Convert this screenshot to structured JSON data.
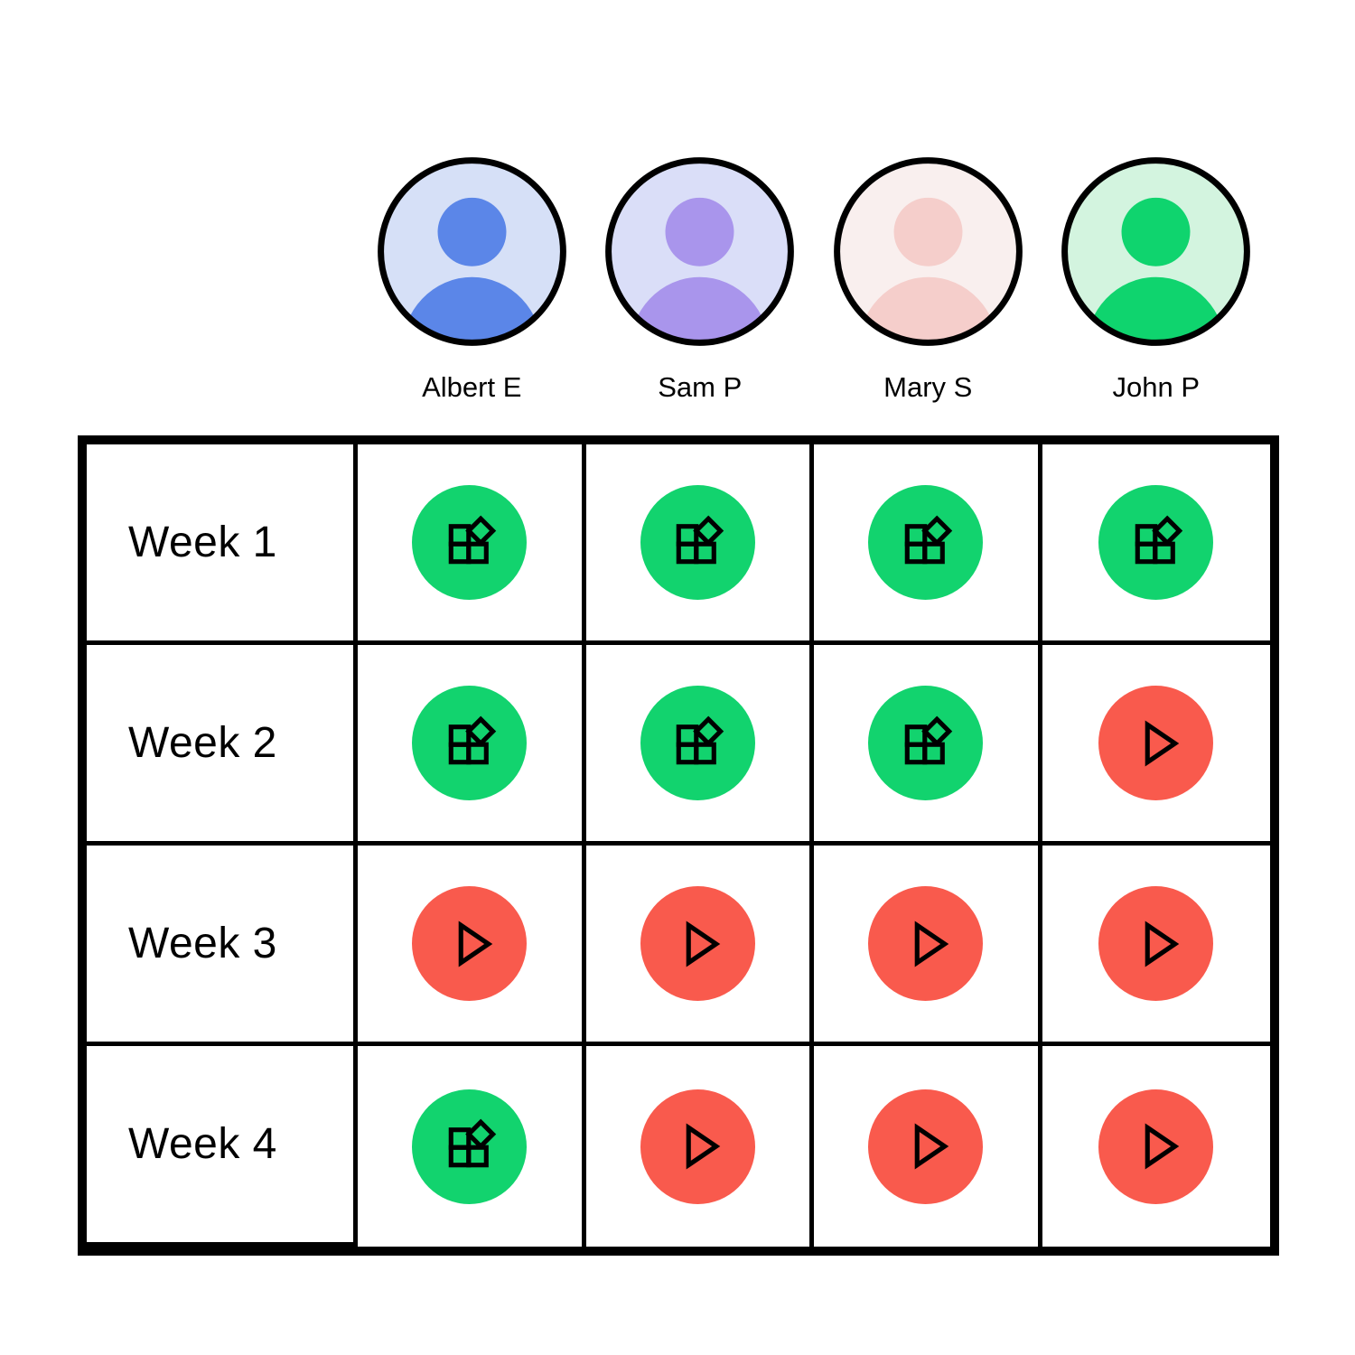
{
  "people": [
    {
      "name": "Albert E",
      "avatar_bg": "#d6e0f7",
      "avatar_fg": "#5b86e8"
    },
    {
      "name": "Sam P",
      "avatar_bg": "#dadef8",
      "avatar_fg": "#a995ec"
    },
    {
      "name": "Mary S",
      "avatar_bg": "#f9efee",
      "avatar_fg": "#f5cecb"
    },
    {
      "name": "John P",
      "avatar_bg": "#d3f4df",
      "avatar_fg": "#0fd46e"
    }
  ],
  "status_colors": {
    "blocks": "#12d36e",
    "play": "#f95a4d"
  },
  "weeks": [
    {
      "label": "Week 1",
      "cells": [
        "blocks",
        "blocks",
        "blocks",
        "blocks"
      ]
    },
    {
      "label": "Week 2",
      "cells": [
        "blocks",
        "blocks",
        "blocks",
        "play"
      ]
    },
    {
      "label": "Week 3",
      "cells": [
        "play",
        "play",
        "play",
        "play"
      ]
    },
    {
      "label": "Week 4",
      "cells": [
        "blocks",
        "play",
        "play",
        "play"
      ]
    }
  ]
}
